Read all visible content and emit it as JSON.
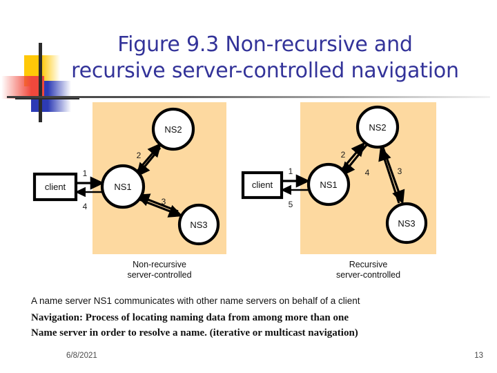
{
  "slide": {
    "title_line1": "Figure 9.3 Non-recursive and",
    "title_line2": "recursive server-controlled navigation",
    "title_color": "#333399",
    "panel_color": "#FDD9A0"
  },
  "decoration": {
    "yellow": "#FFC808",
    "red": "#F0483C",
    "blue": "#2D3BB5",
    "line": "#2b2b2b"
  },
  "diagrams": [
    {
      "id": "non-recursive",
      "caption_line1": "Non-recursive",
      "caption_line2": "server-controlled",
      "nodes": [
        {
          "id": "client",
          "label": "client",
          "shape": "rect"
        },
        {
          "id": "ns1",
          "label": "NS1",
          "shape": "circle"
        },
        {
          "id": "ns2",
          "label": "NS2",
          "shape": "circle"
        },
        {
          "id": "ns3",
          "label": "NS3",
          "shape": "circle"
        }
      ],
      "edges": [
        {
          "from": "client",
          "to": "ns1",
          "label": "1"
        },
        {
          "from": "ns1",
          "to": "ns2",
          "label": "2"
        },
        {
          "from": "ns1",
          "to": "ns3",
          "label": "3"
        },
        {
          "from": "ns1",
          "to": "client",
          "label": "4"
        }
      ]
    },
    {
      "id": "recursive",
      "caption_line1": "Recursive",
      "caption_line2": "server-controlled",
      "nodes": [
        {
          "id": "client",
          "label": "client",
          "shape": "rect"
        },
        {
          "id": "ns1",
          "label": "NS1",
          "shape": "circle"
        },
        {
          "id": "ns2",
          "label": "NS2",
          "shape": "circle"
        },
        {
          "id": "ns3",
          "label": "NS3",
          "shape": "circle"
        }
      ],
      "edges": [
        {
          "from": "client",
          "to": "ns1",
          "label": "1"
        },
        {
          "from": "ns1",
          "to": "ns2",
          "label": "2"
        },
        {
          "from": "ns3",
          "to": "ns2",
          "label": "3"
        },
        {
          "from": "ns2",
          "to": "ns1",
          "label": "4"
        },
        {
          "from": "ns1",
          "to": "client",
          "label": "5"
        }
      ]
    }
  ],
  "body": {
    "line1": "A name server NS1 communicates with other name servers on behalf of a client",
    "line2": "Navigation: Process of locating naming data from among more than one",
    "line3": "Name server in order to resolve a name. (iterative or multicast navigation)"
  },
  "footer": {
    "date": "6/8/2021",
    "page": "13"
  }
}
